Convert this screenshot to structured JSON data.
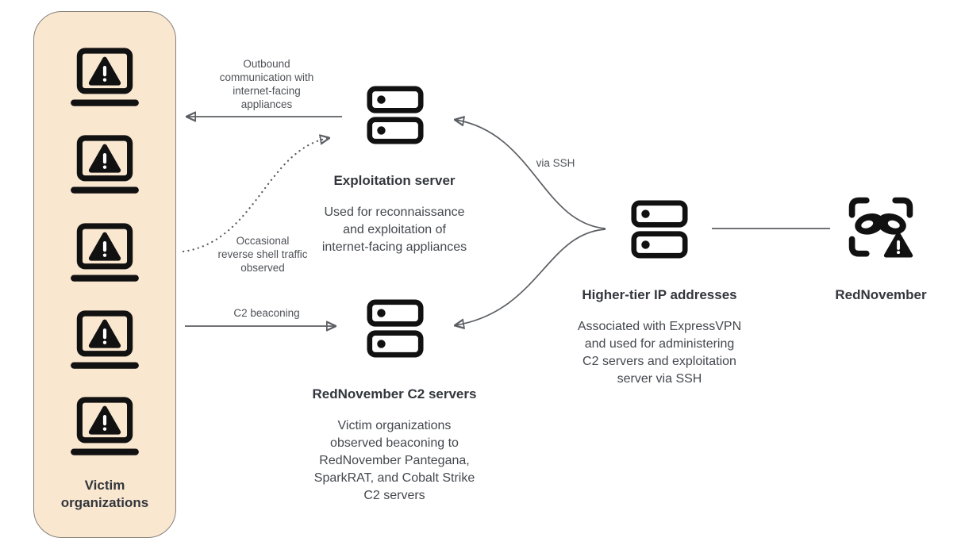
{
  "victim": {
    "label": "Victim\norganizations",
    "laptop_count": 5
  },
  "nodes": {
    "exploitation": {
      "title": "Exploitation server",
      "body": "Used for reconnaissance\nand exploitation of\ninternet-facing appliances"
    },
    "c2": {
      "title": "RedNovember C2 servers",
      "body": "Victim organizations\nobserved beaconing to\nRedNovember Pantegana,\nSparkRAT, and Cobalt Strike\nC2 servers"
    },
    "higher_tier": {
      "title": "Higher-tier IP addresses",
      "body": "Associated with ExpressVPN\nand used for administering\nC2 servers and exploitation\nserver via SSH"
    },
    "actor": {
      "label": "RedNovember"
    }
  },
  "edges": [
    {
      "id": "outbound",
      "from": "exploitation-server",
      "to": "victim-organizations",
      "style": "solid-arrow",
      "label": "Outbound\ncommunication with\ninternet-facing\nappliances"
    },
    {
      "id": "reverse-shell",
      "from": "victim-organizations",
      "to": "exploitation-server",
      "style": "dotted-arrow",
      "label": "Occasional\nreverse shell traffic\nobserved"
    },
    {
      "id": "c2-beaconing",
      "from": "victim-organizations",
      "to": "c2-servers",
      "style": "solid-arrow",
      "label": "C2 beaconing"
    },
    {
      "id": "via-ssh-exploitation",
      "from": "higher-tier-ip",
      "to": "exploitation-server",
      "style": "curved-arrow",
      "label": "via SSH"
    },
    {
      "id": "via-ssh-c2",
      "from": "higher-tier-ip",
      "to": "c2-servers",
      "style": "curved-arrow",
      "label": ""
    },
    {
      "id": "actor-link",
      "from": "rednovember-actor",
      "to": "higher-tier-ip",
      "style": "plain-line",
      "label": ""
    }
  ],
  "icons": {
    "laptop": "laptop-warning-icon",
    "server": "server-icon",
    "actor": "masked-threat-actor-icon"
  },
  "colors": {
    "background": "#FFFFFF",
    "victim_box_fill": "#FAE7D0",
    "victim_box_border": "#87827B",
    "icon": "#111111",
    "line": "#5B5E63",
    "title_text": "#33373D",
    "body_text": "#44484E",
    "edge_label_text": "#4F5257"
  }
}
